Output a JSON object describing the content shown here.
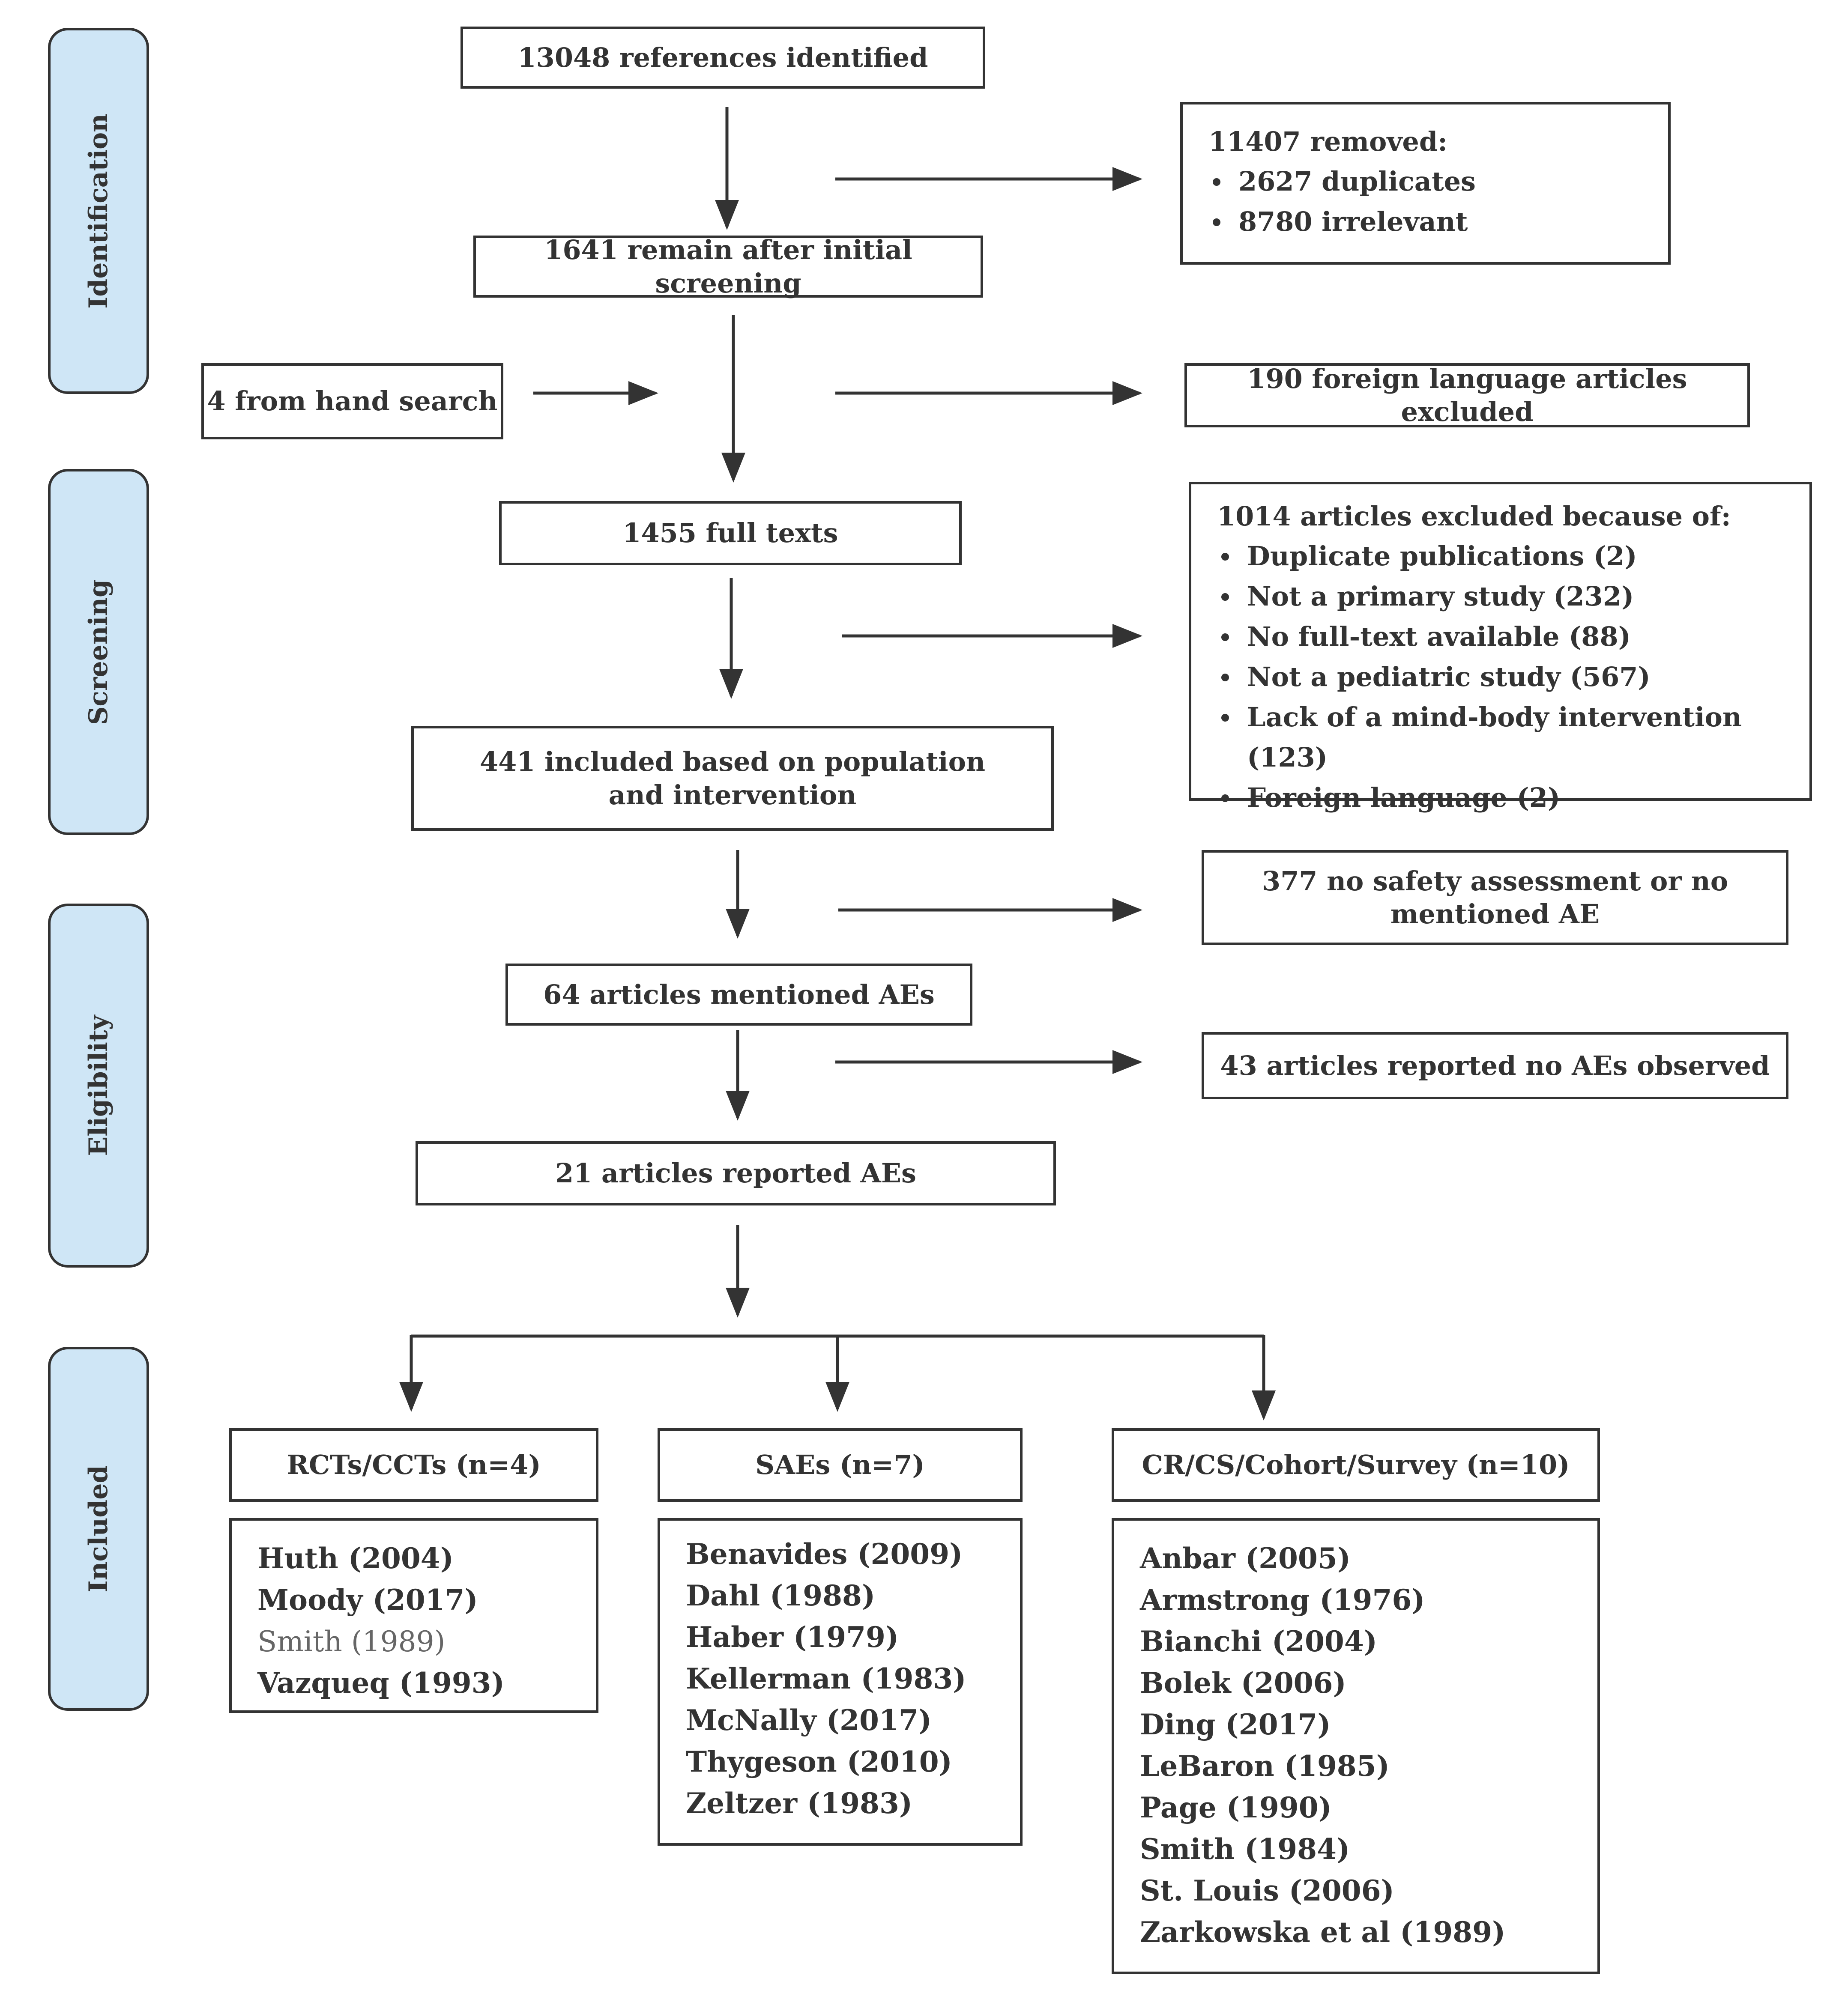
{
  "phases": {
    "identification": "Identification",
    "screening": "Screening",
    "eligibility": "Eligibility",
    "included": "Included"
  },
  "flow": {
    "identified": "13048 references identified",
    "removed": {
      "title": "11407 removed:",
      "items": [
        "2627 duplicates",
        "8780 irrelevant"
      ]
    },
    "initial_screening": "1641 remain after initial screening",
    "hand_search": "4 from hand search",
    "foreign_excluded": "190 foreign language articles excluded",
    "full_texts": "1455 full texts",
    "excluded": {
      "title": "1014 articles excluded because of:",
      "items": [
        "Duplicate publications (2)",
        "Not a primary study (232)",
        "No full-text available (88)",
        "Not a pediatric study (567)",
        "Lack of a mind-body intervention (123)",
        "Foreign language (2)"
      ]
    },
    "population_included": "441 included based on population and intervention",
    "no_safety": "377 no safety assessment or no mentioned AE",
    "mentioned_aes": "64 articles mentioned AEs",
    "no_aes_observed": "43 articles reported no AEs observed",
    "reported_aes": "21 articles reported AEs"
  },
  "groups": {
    "rcts": {
      "title": "RCTs/CCTs (n=4)",
      "studies": [
        "Huth (2004)",
        "Moody (2017)",
        "Smith (1989)",
        "Vazqueq (1993)"
      ]
    },
    "saes": {
      "title": "SAEs (n=7)",
      "studies": [
        "Benavides (2009)",
        "Dahl (1988)",
        "Haber (1979)",
        "Kellerman (1983)",
        "McNally (2017)",
        "Thygeson (2010)",
        "Zeltzer (1983)"
      ]
    },
    "cr": {
      "title": "CR/CS/Cohort/Survey (n=10)",
      "studies": [
        "Anbar (2005)",
        "Armstrong (1976)",
        "Bianchi (2004)",
        "Bolek (2006)",
        "Ding (2017)",
        "LeBaron (1985)",
        "Page (1990)",
        "Smith (1984)",
        "St. Louis (2006)",
        "Zarkowska et al (1989)"
      ]
    }
  },
  "colors": {
    "phase_fill": "#cfe6f6",
    "line": "#333333"
  }
}
